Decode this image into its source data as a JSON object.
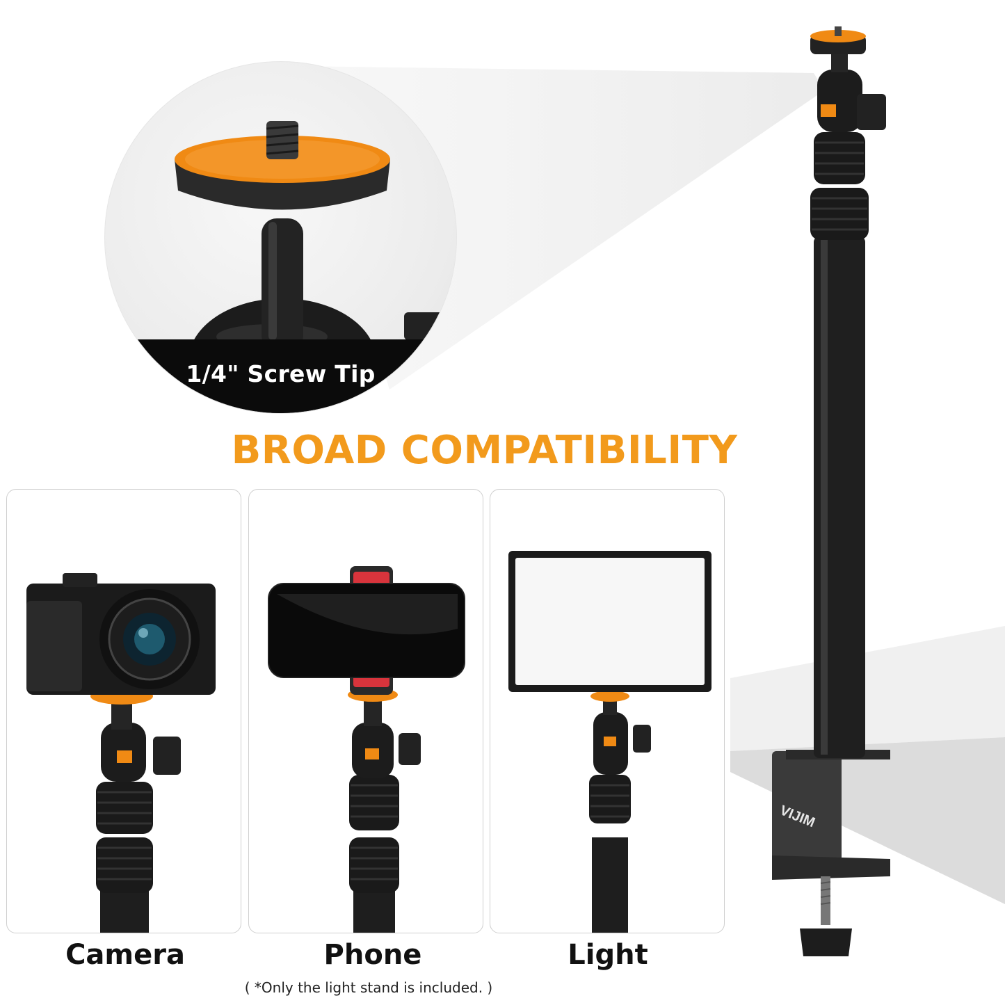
{
  "callout": {
    "caption": "1/4\" Screw Tip",
    "icon": "screw-tip-closeup"
  },
  "headline": "BROAD COMPATIBILITY",
  "accent_color": "#f29a1c",
  "devices": [
    {
      "label": "Camera",
      "icon": "camera-icon"
    },
    {
      "label": "Phone",
      "icon": "phone-icon"
    },
    {
      "label": "Light",
      "icon": "light-panel-icon"
    }
  ],
  "footnote": "( *Only the light stand is included. )",
  "brand": "VIJIM"
}
